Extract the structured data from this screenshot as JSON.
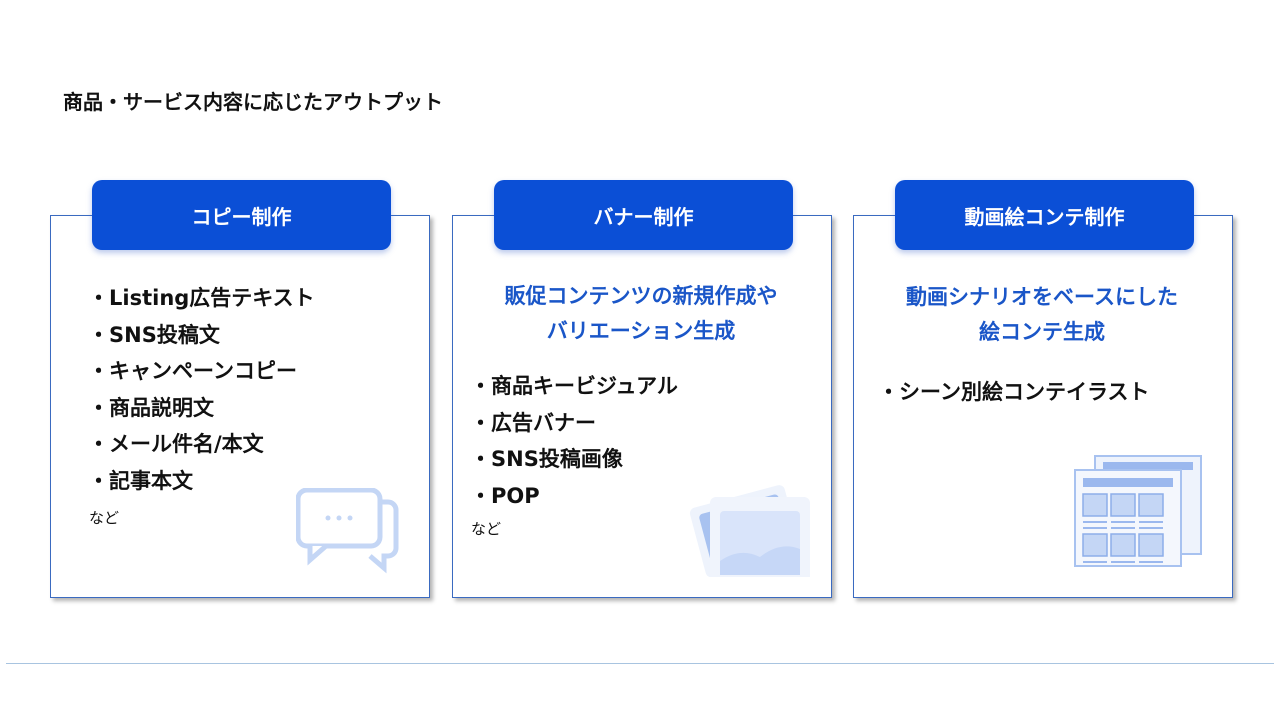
{
  "title": "商品・サービス内容に応じたアウトプット",
  "cards": [
    {
      "heading": "コピー制作",
      "items": [
        "・Listing広告テキスト",
        "・SNS投稿文",
        "・キャンペーンコピー",
        "・商品説明文",
        "・メール件名/本文",
        "・記事本文"
      ],
      "etc": "など"
    },
    {
      "heading": "バナー制作",
      "subtitle": [
        "販促コンテンツの新規作成や",
        "バリエーション生成"
      ],
      "items": [
        "・商品キービジュアル",
        "・広告バナー",
        "・SNS投稿画像",
        "・POP"
      ],
      "etc": "など"
    },
    {
      "heading": "動画絵コンテ制作",
      "subtitle": [
        "動画シナリオをベースにした",
        "絵コンテ生成"
      ],
      "items": [
        "・シーン別絵コンテイラスト"
      ]
    }
  ]
}
